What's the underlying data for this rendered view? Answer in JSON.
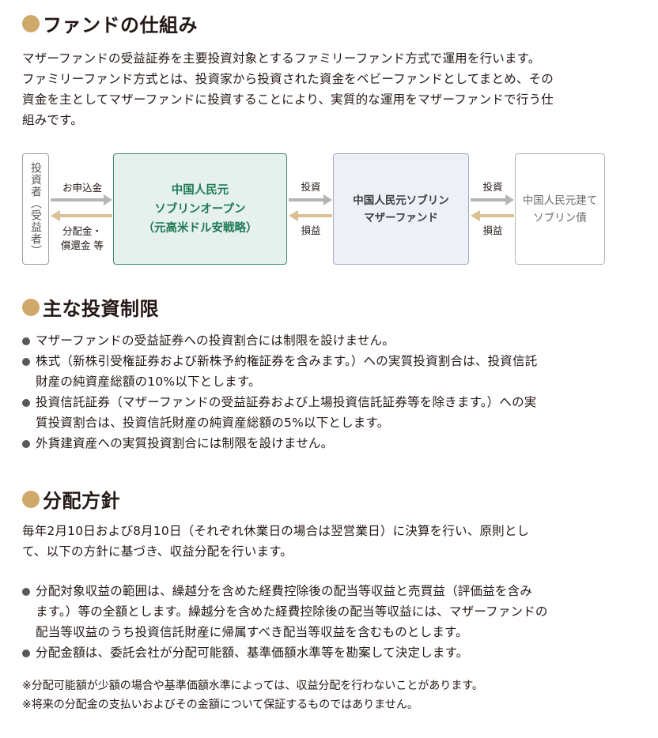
{
  "section1": {
    "title": "ファンドの仕組み",
    "paragraphs": [
      "マザーファンドの受益証券を主要投資対象とするファミリーファンド方式で運用を行います。",
      "ファミリーファンド方式とは、投資家から投資された資金をベビーファンドとしてまとめ、その",
      "資金を主としてマザーファンドに投資することにより、実質的な運用をマザーファンドで行う仕",
      "組みです。"
    ]
  },
  "diagram": {
    "investor": "投資者（受益者）",
    "fund": [
      "中国人民元",
      "ソブリンオープン",
      "（元高米ドル安戦略）"
    ],
    "mother": [
      "中国人民元ソブリン",
      "マザーファンド"
    ],
    "bond": [
      "中国人民元建て",
      "ソブリン債"
    ],
    "subscription": "お申込金",
    "distribution": [
      "分配金・",
      "償還金 等"
    ],
    "invest1": "投資",
    "profit1": "損益",
    "invest2": "投資",
    "profit2": "損益",
    "colors": {
      "arrow_right": "#b5b5b6",
      "arrow_left": "#d9c195"
    }
  },
  "section2": {
    "title": "主な投資制限",
    "bullets": [
      [
        "マザーファンドの受益証券への投資割合には制限を設けません。"
      ],
      [
        "株式（新株引受権証券および新株予約権証券を含みます。）への実質投資割合は、投資信託",
        "財産の純資産総額の10%以下とします。"
      ],
      [
        "投資信託証券（マザーファンドの受益証券および上場投資信託証券等を除きます。）への実",
        "質投資割合は、投資信託財産の純資産総額の5%以下とします。"
      ],
      [
        "外貨建資産への実質投資割合には制限を設けません。"
      ]
    ]
  },
  "section3": {
    "title": "分配方針",
    "intro": [
      "毎年2月10日および8月10日（それぞれ休業日の場合は翌営業日）に決算を行い、原則とし",
      "て、以下の方針に基づき、収益分配を行います。"
    ],
    "bullets": [
      [
        "分配対象収益の範囲は、繰越分を含めた経費控除後の配当等収益と売買益（評価益を含み",
        "ます。）等の全額とします。繰越分を含めた経費控除後の配当等収益には、マザーファンドの",
        "配当等収益のうち投資信託財産に帰属すべき配当等収益を含むものとします。"
      ],
      [
        "分配金額は、委託会社が分配可能額、基準価額水準等を勘案して決定します。"
      ]
    ],
    "notes": [
      "※分配可能額が少額の場合や基準価額水準によっては、収益分配を行わないことがあります。",
      "※将来の分配金の支払いおよびその金額について保証するものではありません。"
    ]
  },
  "colors": {
    "accent_dot": "#cfa96a",
    "fund_green": "#1f7a58"
  }
}
